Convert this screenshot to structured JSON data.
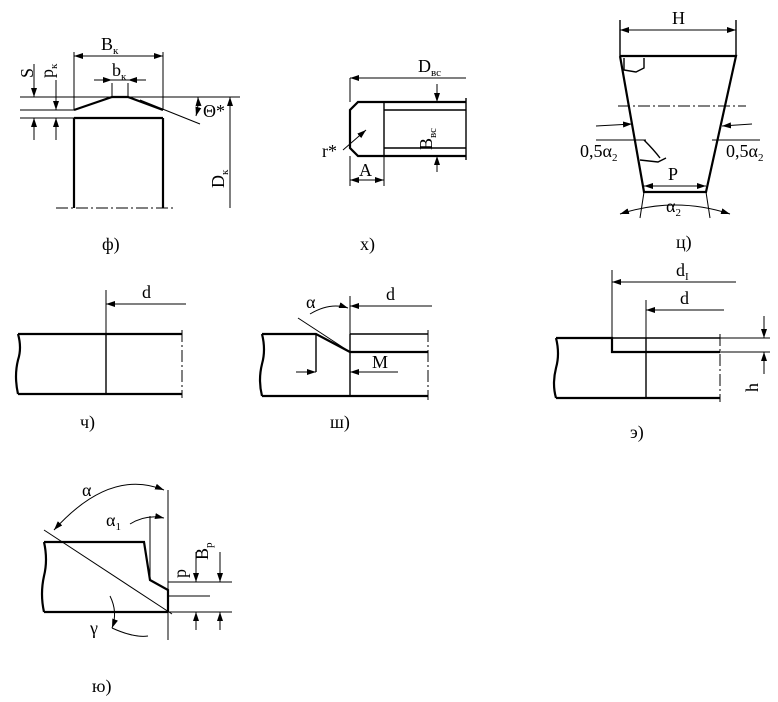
{
  "figures": {
    "f": {
      "caption": "ф)",
      "labels": {
        "s": "S",
        "pk": "p",
        "pk_sub": "к",
        "Bk": "B",
        "Bk_sub": "к",
        "bk": "b",
        "bk_sub": "к",
        "theta": "Θ*",
        "Dk": "D",
        "Dk_sub": "к"
      }
    },
    "kh": {
      "caption": "х)",
      "labels": {
        "Dvs": "D",
        "Dvs_sub": "вс",
        "Bvs": "B",
        "Bvs_sub": "вс",
        "r": "r*",
        "A": "A"
      }
    },
    "ts": {
      "caption": "ц)",
      "labels": {
        "H": "H",
        "alpha_left": "0,5α",
        "alpha_left_sub": "2",
        "alpha_right": "0,5α",
        "alpha_right_sub": "2",
        "P": "P",
        "alpha2": "α",
        "alpha2_sub": "2"
      }
    },
    "ch": {
      "caption": "ч)",
      "labels": {
        "d": "d"
      }
    },
    "sh": {
      "caption": "ш)",
      "labels": {
        "alpha": "α",
        "d": "d",
        "M": "M"
      }
    },
    "e": {
      "caption": "э)",
      "labels": {
        "d1": "d",
        "d1_sub": "I",
        "d": "d",
        "h": "h"
      }
    },
    "yu": {
      "caption": "ю)",
      "labels": {
        "alpha": "α",
        "alpha1": "α",
        "alpha1_sub": "1",
        "Bp": "B",
        "Bp_sub": "p",
        "p": "p",
        "gamma": "γ"
      }
    }
  }
}
